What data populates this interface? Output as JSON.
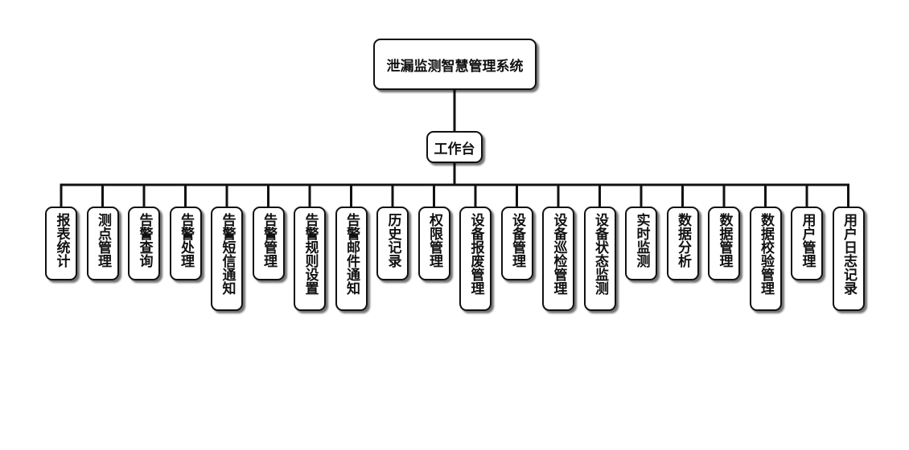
{
  "root": {
    "label": "泄漏监测智慧管理系统"
  },
  "middle": {
    "label": "工作台"
  },
  "modules": [
    "报表统计",
    "测点管理",
    "告警查询",
    "告警处理",
    "告警短信通知",
    "告警管理",
    "告警规则设置",
    "告警邮件通知",
    "历史记录",
    "权限管理",
    "设备报废管理",
    "设备管理",
    "设备巡检管理",
    "设备状态监测",
    "实时监测",
    "数据分析",
    "数据管理",
    "数据校验管理",
    "用户管理",
    "用户日志记录"
  ]
}
